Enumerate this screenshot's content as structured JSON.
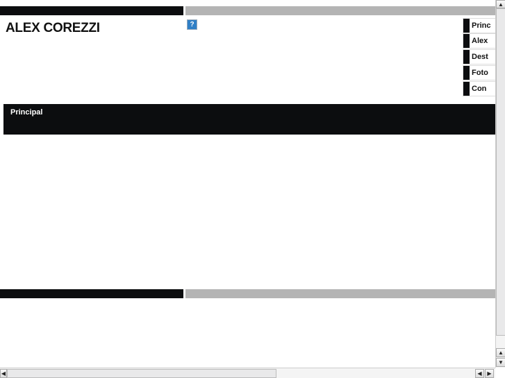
{
  "header": {
    "title": "ALEX COREZZI",
    "help_icon": "help-icon"
  },
  "nav": {
    "items": [
      {
        "label": "Princ"
      },
      {
        "label": "Alex"
      },
      {
        "label": "Dest"
      },
      {
        "label": "Foto"
      },
      {
        "label": "Con"
      }
    ]
  },
  "section": {
    "title": "Principal"
  },
  "colors": {
    "dark": "#0c0d0f",
    "gray": "#b4b4b4",
    "help": "#2f7fc6"
  }
}
